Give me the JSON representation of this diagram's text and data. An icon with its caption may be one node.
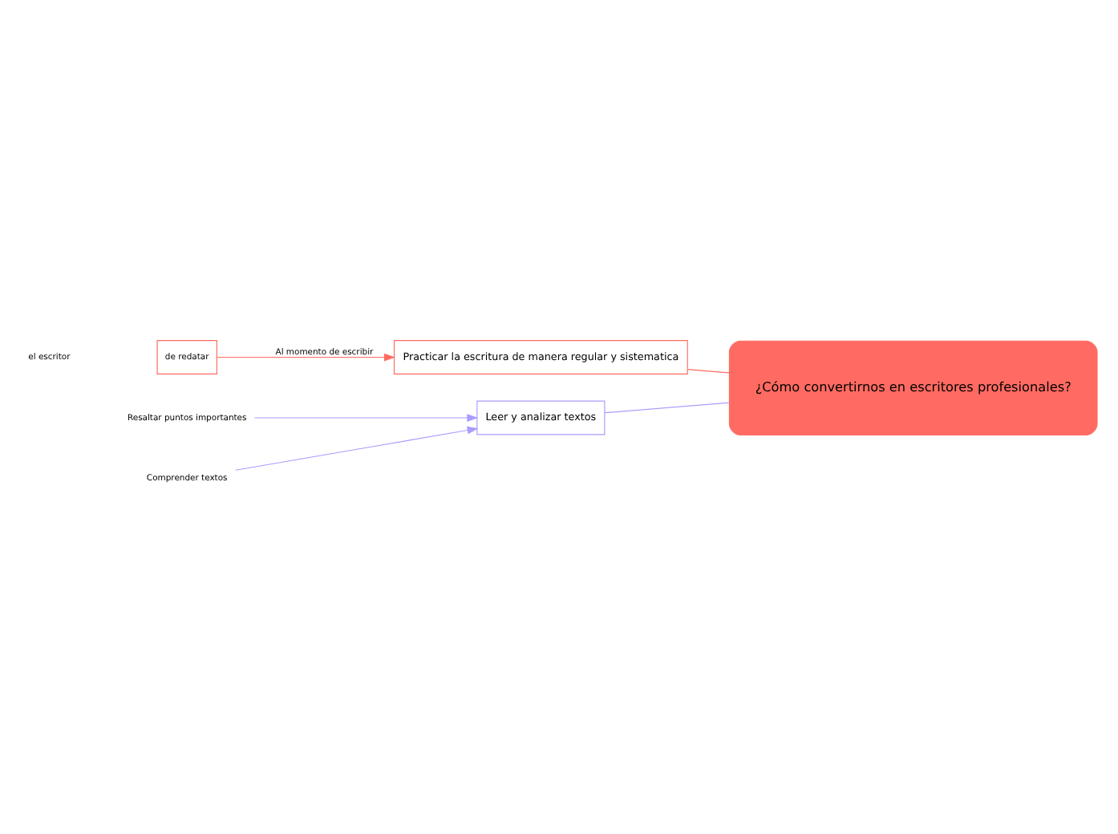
{
  "diagram": {
    "nodes": [
      {
        "text": [
          "¿Cómo convertirnos en escritores profesionales?"
        ]
      },
      {
        "text": [
          "Practicar la escritura de manera regular y sistematica"
        ]
      },
      {
        "text": [
          "de redatar"
        ]
      },
      {
        "text": [
          "Leer y analizar textos"
        ]
      },
      {
        "text": [
          "Resaltar puntos importantes"
        ]
      },
      {
        "text": [
          "Comprender textos"
        ]
      }
    ],
    "edges": [
      {
        "from": 1,
        "to": 0,
        "arrow": "none",
        "color": "#ff6b62"
      },
      {
        "from": 3,
        "to": 0,
        "arrow": "none",
        "color": "#a99cff"
      },
      {
        "from": 2,
        "to": 1,
        "arrow": "to",
        "label": "Al momento de escribir",
        "color": "#ff6b62"
      },
      {
        "from": 4,
        "to": 3,
        "arrow": "to",
        "color": "#a99cff"
      },
      {
        "from": 5,
        "to": 3,
        "arrow": "to",
        "color": "#a99cff"
      }
    ],
    "labels": [
      "el escritor"
    ]
  }
}
